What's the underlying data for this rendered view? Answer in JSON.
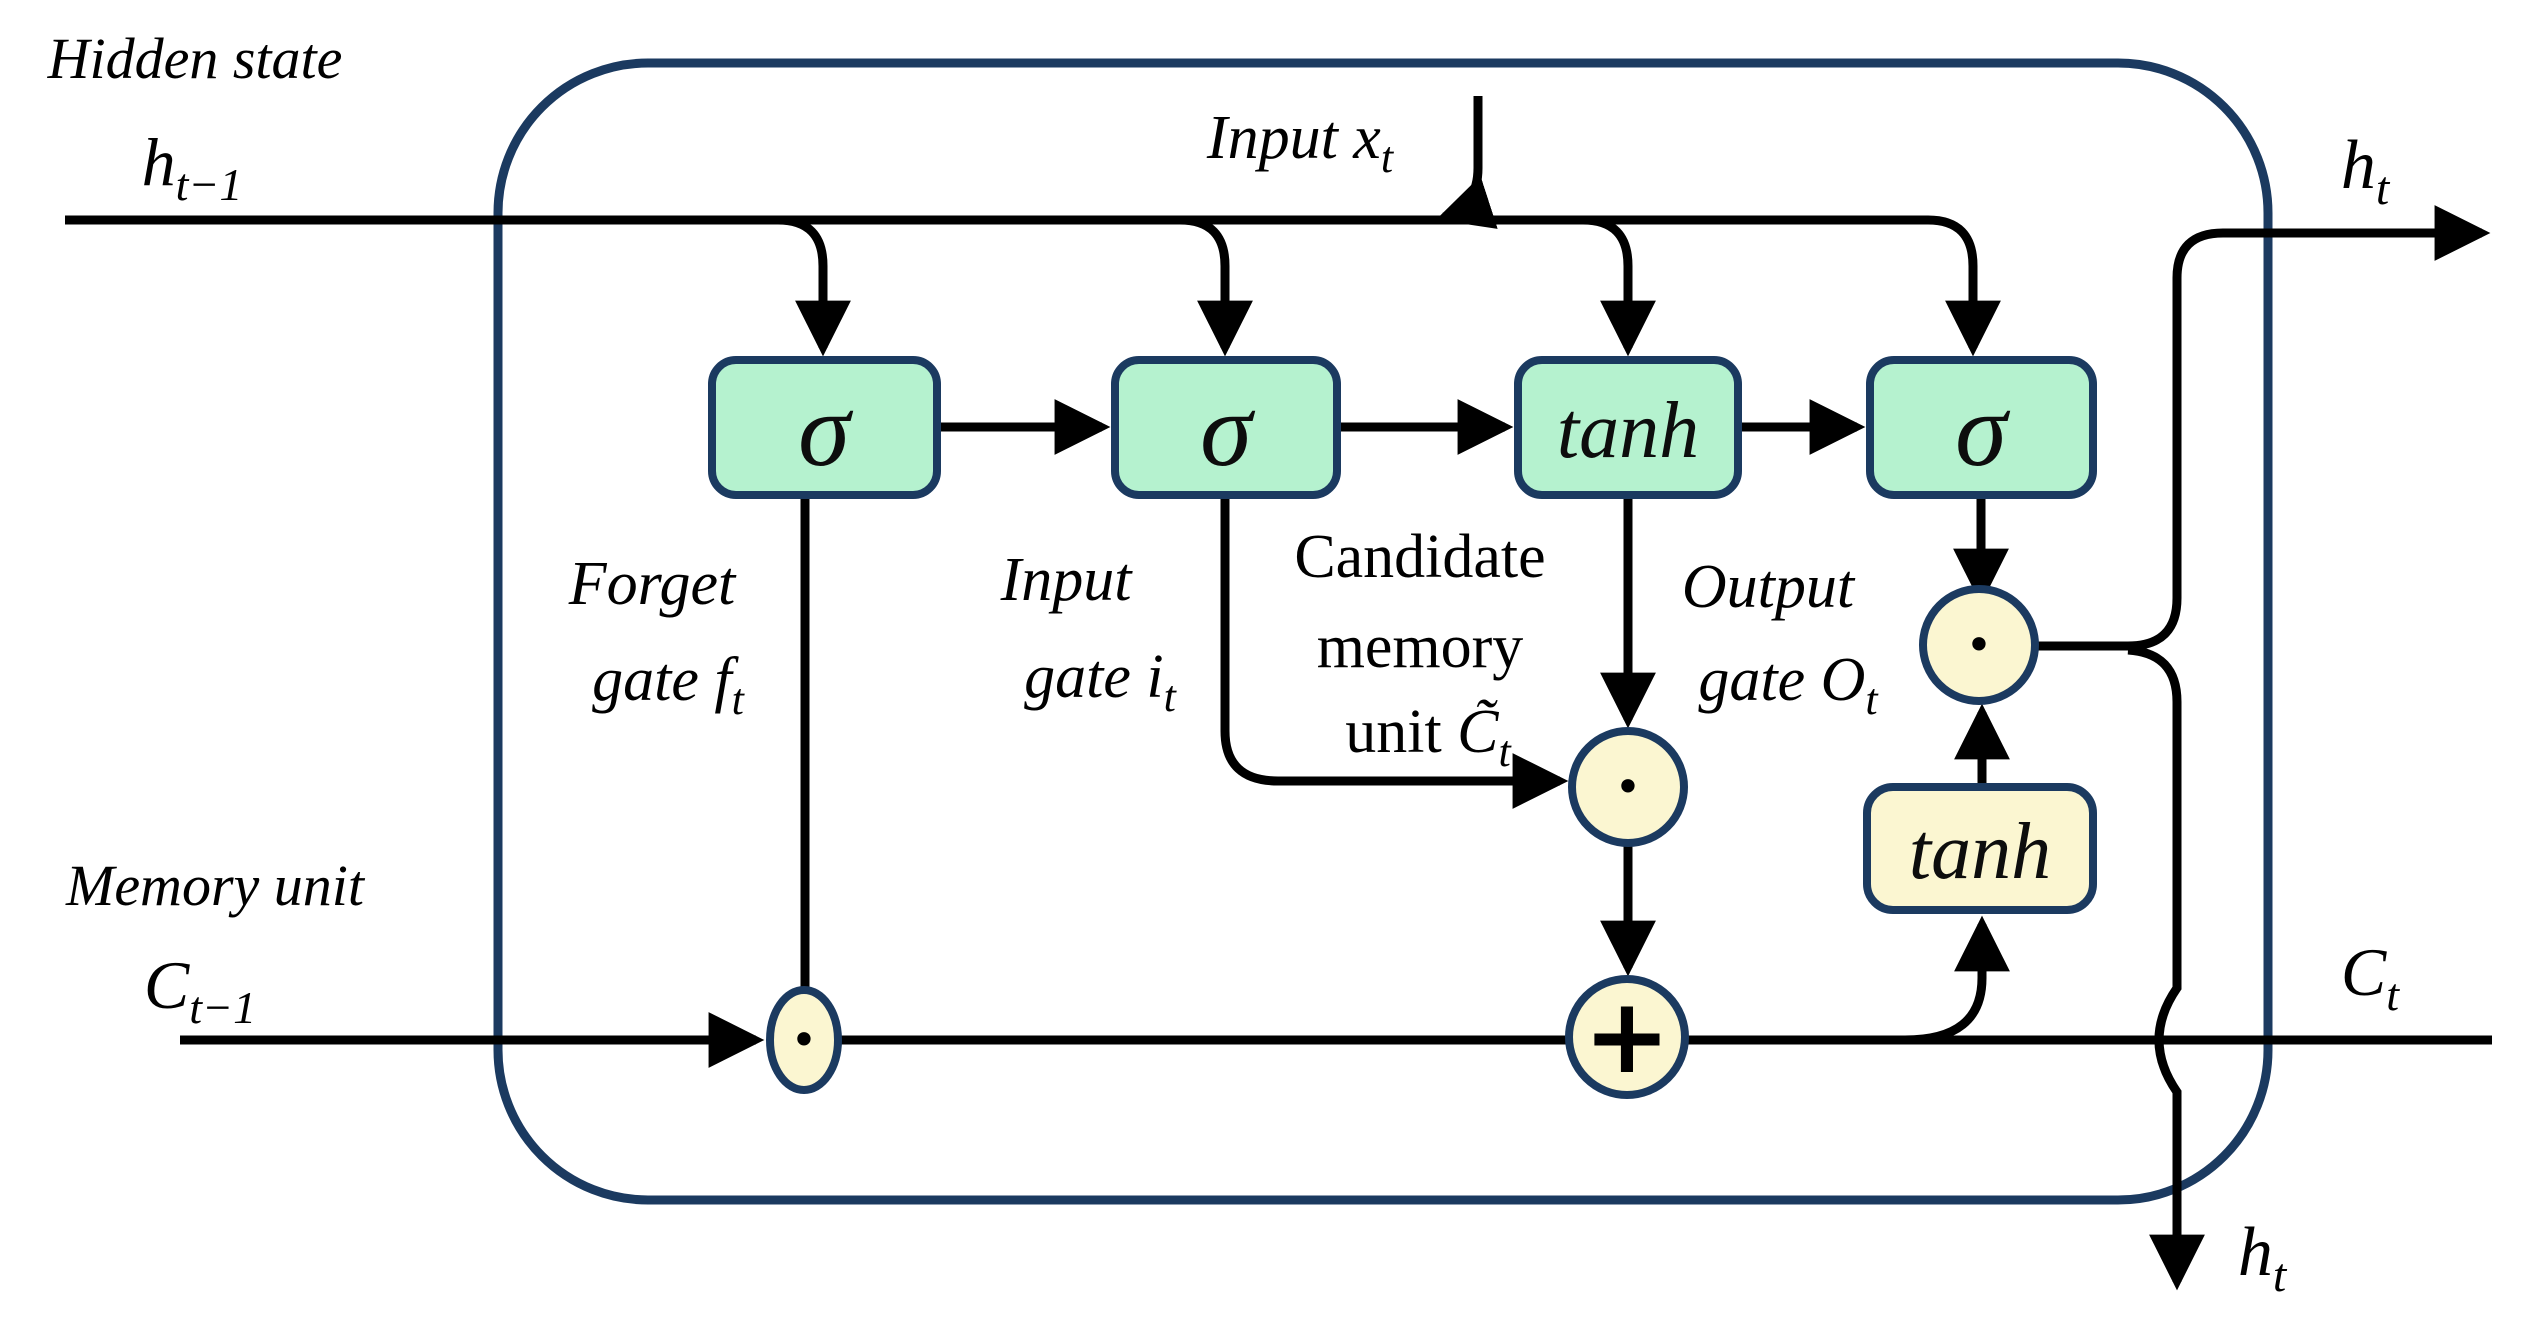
{
  "diagram_type": "LSTM cell architecture",
  "colors": {
    "outline_navy": "#1b3a60",
    "gate_green": "#b5f2cf",
    "op_yellow": "#fbf6d1",
    "wire_black": "#000000",
    "background": "#ffffff"
  },
  "inputs": {
    "hidden_state": {
      "caption": "Hidden state",
      "base": "h",
      "sub": "t−1"
    },
    "memory_unit": {
      "caption": "Memory unit",
      "base": "C",
      "sub": "t−1"
    },
    "input": {
      "prefix": "Input ",
      "base": "x",
      "sub": "t"
    }
  },
  "outputs": {
    "hidden_top": {
      "base": "h",
      "sub": "t"
    },
    "hidden_bottom": {
      "base": "h",
      "sub": "t"
    },
    "cell_state": {
      "base": "C",
      "sub": "t"
    }
  },
  "gates": {
    "forget_symbol": "σ",
    "input_symbol": "σ",
    "candidate_symbol": "tanh",
    "output_symbol": "σ",
    "cell_activation_symbol": "tanh"
  },
  "gate_labels": {
    "forget": {
      "line1": "Forget",
      "line2_prefix": "gate ",
      "base": "f",
      "sub": "t"
    },
    "input": {
      "line1": "Input",
      "line2_prefix": "gate ",
      "base": "i",
      "sub": "t"
    },
    "candidate": {
      "line1": "Candidate",
      "line2": "memory",
      "line3_prefix": "unit ",
      "base": "C̃",
      "sub": "t"
    },
    "output": {
      "line1": "Output",
      "line2_prefix": "gate ",
      "base": "O",
      "sub": "t"
    }
  },
  "operators": {
    "pointwise_product": "•",
    "addition": "+"
  }
}
